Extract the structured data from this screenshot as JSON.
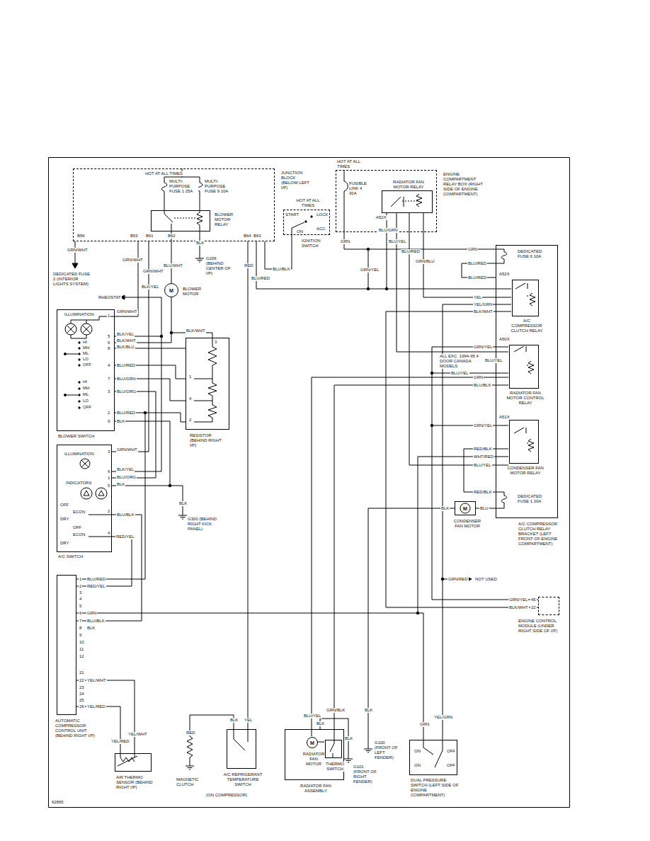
{
  "diagram": {
    "nodes": [
      {
        "text": [
          "HOT AT ALL TIMES",
          "JUNCTION BLOCK (BELOW LEFT I/P)"
        ]
      },
      {
        "text": [
          "BLOWER MOTOR RELAY"
        ],
        "in": 0
      },
      {
        "text": [
          "HOT AT ALL TIMES",
          "IGNITION SWITCH"
        ]
      },
      {
        "text": [
          "HOT AT ALL TIMES",
          "ENGINE COMPARTMENT RELAY BOX (RIGHT SIDE OF ENGINE COMPARTMENT)"
        ]
      },
      {
        "text": [
          "RADIATOR FAN MOTOR RELAY"
        ],
        "in": 3
      },
      {
        "text": [
          "A/C COMPRESSOR CLUTCH RELAY BRACKET (LEFT FRONT OF ENGINE COMPARTMENT)"
        ]
      },
      {
        "text": [
          "A/C COMPRESSOR CLUTCH RELAY"
        ],
        "in": 5
      },
      {
        "text": [
          "RADIATOR FAN MOTOR CONTROL RELAY"
        ],
        "in": 5
      },
      {
        "text": [
          "CONDENSER FAN MOTOR RELAY"
        ],
        "in": 5
      },
      {
        "text": [
          "M",
          "BLOWER MOTOR"
        ]
      },
      {
        "text": [
          "BLOWER SWITCH"
        ]
      },
      {
        "text": [
          "RESISTOR (BEHIND RIGHT I/P)"
        ]
      },
      {
        "text": [
          "A/C SWITCH"
        ]
      },
      {
        "text": [
          "AUTOMATIC COMPRESSOR CONTROL UNIT (BEHIND RIGHT I/P)"
        ]
      },
      {
        "text": [
          "AIR THERMO SENSOR (BEHIND RIGHT I/P)"
        ]
      },
      {
        "text": [
          "A/C REFRIGERANT TEMPERATURE SWITCH"
        ]
      },
      {
        "text": [
          "RADIATOR FAN ASSEMBLY"
        ]
      },
      {
        "text": [
          "M",
          "RADIATOR FAN MOTOR"
        ],
        "in": 16
      },
      {
        "text": [
          "THERMO SWITCH"
        ],
        "in": 16
      },
      {
        "text": [
          "DUAL PRESSURE SWITCH (LEFT SIDE OF ENGINE COMPARTMENT)"
        ]
      },
      {
        "text": [
          "M",
          "CONDENSER FAN MOTOR"
        ]
      },
      {
        "text": [
          "ENGINE CONTROL MODULE (UNDER RIGHT SIDE OF I/P)"
        ]
      }
    ],
    "edges": [
      {
        "from": 10,
        "to": 11,
        "label": "BLU/RED",
        "arrow": "none"
      },
      {
        "from": 10,
        "to": 11,
        "label": "BLU/GRN",
        "arrow": "none"
      },
      {
        "from": 10,
        "to": 11,
        "label": "BLU/RED",
        "arrow": "none"
      },
      {
        "from": 12,
        "to": 13,
        "label": "BLU/BLK",
        "arrow": "none"
      },
      {
        "from": 12,
        "to": 13,
        "label": "RED/YEL",
        "arrow": "none"
      },
      {
        "from": 13,
        "to": 14,
        "label": "YEL/RED",
        "arrow": "none"
      },
      {
        "from": 13,
        "to": 14,
        "label": "YEL/WHT",
        "arrow": "none"
      },
      {
        "from": 20,
        "to": 5,
        "label": "BLU",
        "arrow": "none"
      },
      {
        "from": 1,
        "to": 9,
        "label": "BLU/WHT",
        "arrow": "none"
      }
    ],
    "labels": [
      "MULTI-PURPOSE FUSE 1 25A",
      "MULTI-PURPOSE FUSE 9 10A",
      "B56",
      "GRN/WHT",
      "DEDICATED FUSE 2 (INTERIOR LIGHTS SYSTEM)",
      "B53",
      "GRN/WHT",
      "B61",
      "GRN/WHT",
      "B62",
      "BLK",
      "G206 (BEHIND CENTER OF I/P)",
      "B64",
      "B63",
      "RED",
      "BLU/RED",
      "BLU/BLK",
      "START",
      "LOCK",
      "ON",
      "ACC",
      "FUSIBLE LINK 4 30A",
      "A52X",
      "GRN",
      "GRN/YEL",
      "BLU/GRN",
      "BLU/YEL",
      "BLU/RED",
      "GRN/BLU",
      "GRN",
      "DEDICATED FUSE 6 10A",
      "BLU/RED",
      "BLU/RED",
      "A52X",
      "YEL",
      "YEL/GRN",
      "BLK/WHT",
      "GRN/YEL",
      "A50X",
      "ALL EXC. 1994-95 4 DOOR CANADA MODELS",
      "BLU/YEL",
      "BLU/YEL",
      "GRN",
      "BLU/BLK",
      "GRN/YEL",
      "A51X",
      "RED/BLK",
      "WHT/RED",
      "BLU/YEL",
      "RED/BLK",
      "DEDICATED FUSE 1 20A",
      "BLK",
      "GRN/RED",
      "NOT USED",
      "GRN/YEL",
      "BLK/WHT",
      "45",
      "22",
      "ILLUMINATION",
      "1",
      "GRN/WHT",
      "5",
      "BLK/YEL",
      "6",
      "BLK/WHT",
      "8",
      "BLK/BLU",
      "4",
      "7",
      "3",
      "BLU/ORG",
      "2",
      "9",
      "BLK",
      "HI",
      "MH",
      "ML",
      "LO",
      "OFF",
      "HI",
      "MH",
      "ML",
      "LO",
      "OFF",
      "BLK/YEL",
      "RHEOSTAT",
      "3",
      "1",
      "4",
      "2",
      "BLK/WHT",
      "ILLUMINATION",
      "3",
      "GRN/WHT",
      "6",
      "BLK/YEL",
      "1",
      "BLU/ORG",
      "5",
      "BLK",
      "INDICATORS",
      "OFF",
      "ECON",
      "DRY",
      "OFF",
      "ECON",
      "DRY",
      "2",
      "4",
      "BLK",
      "G300 (BEHIND RIGHT KICK PANEL)",
      "1",
      "BLU/RED",
      "2",
      "RED/YEL",
      "3",
      "4",
      "5",
      "6",
      "GRN",
      "7",
      "BLU/BLK",
      "8",
      "BLK",
      "9",
      "10",
      "11",
      "12",
      "21",
      "22",
      "23",
      "24",
      "25",
      "26",
      "YEL/RED",
      "YEL/WHT",
      "RED",
      "MAGNETIC CLUTCH",
      "BLK",
      "YEL",
      "(ON COMPRESSOR)",
      "BLU/YEL",
      "BLK",
      "GRN/BLK",
      "BLK",
      "G101 (FRONT OF RIGHT FENDER)",
      "BLK",
      "G100 (FRONT OF LEFT FENDER)",
      "GRN",
      "YEL/GRN",
      "ON",
      "OFF",
      "ON",
      "OFF",
      "62865"
    ]
  }
}
